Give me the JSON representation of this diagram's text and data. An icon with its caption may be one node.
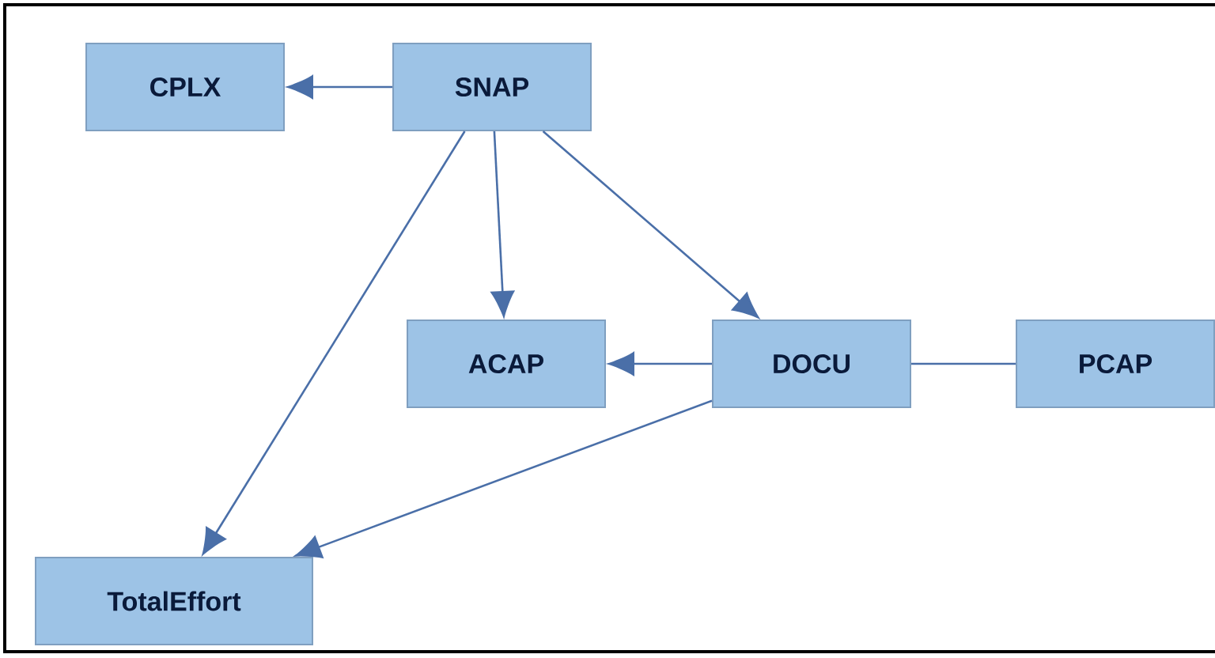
{
  "diagram": {
    "nodes": [
      {
        "text": [
          "CPLX"
        ]
      },
      {
        "text": [
          "SNAP"
        ]
      },
      {
        "text": [
          "ACAP"
        ]
      },
      {
        "text": [
          "DOCU"
        ]
      },
      {
        "text": [
          "PCAP"
        ]
      },
      {
        "text": [
          "TotalEffort"
        ]
      }
    ],
    "edges": [
      {
        "from": 1,
        "to": 0,
        "arrow": "to"
      },
      {
        "from": 1,
        "to": 2,
        "arrow": "to"
      },
      {
        "from": 1,
        "to": 3,
        "arrow": "to"
      },
      {
        "from": 1,
        "to": 5,
        "arrow": "to"
      },
      {
        "from": 3,
        "to": 2,
        "arrow": "to"
      },
      {
        "from": 3,
        "to": 4,
        "arrow": "none"
      },
      {
        "from": 3,
        "to": 5,
        "arrow": "to"
      }
    ]
  }
}
